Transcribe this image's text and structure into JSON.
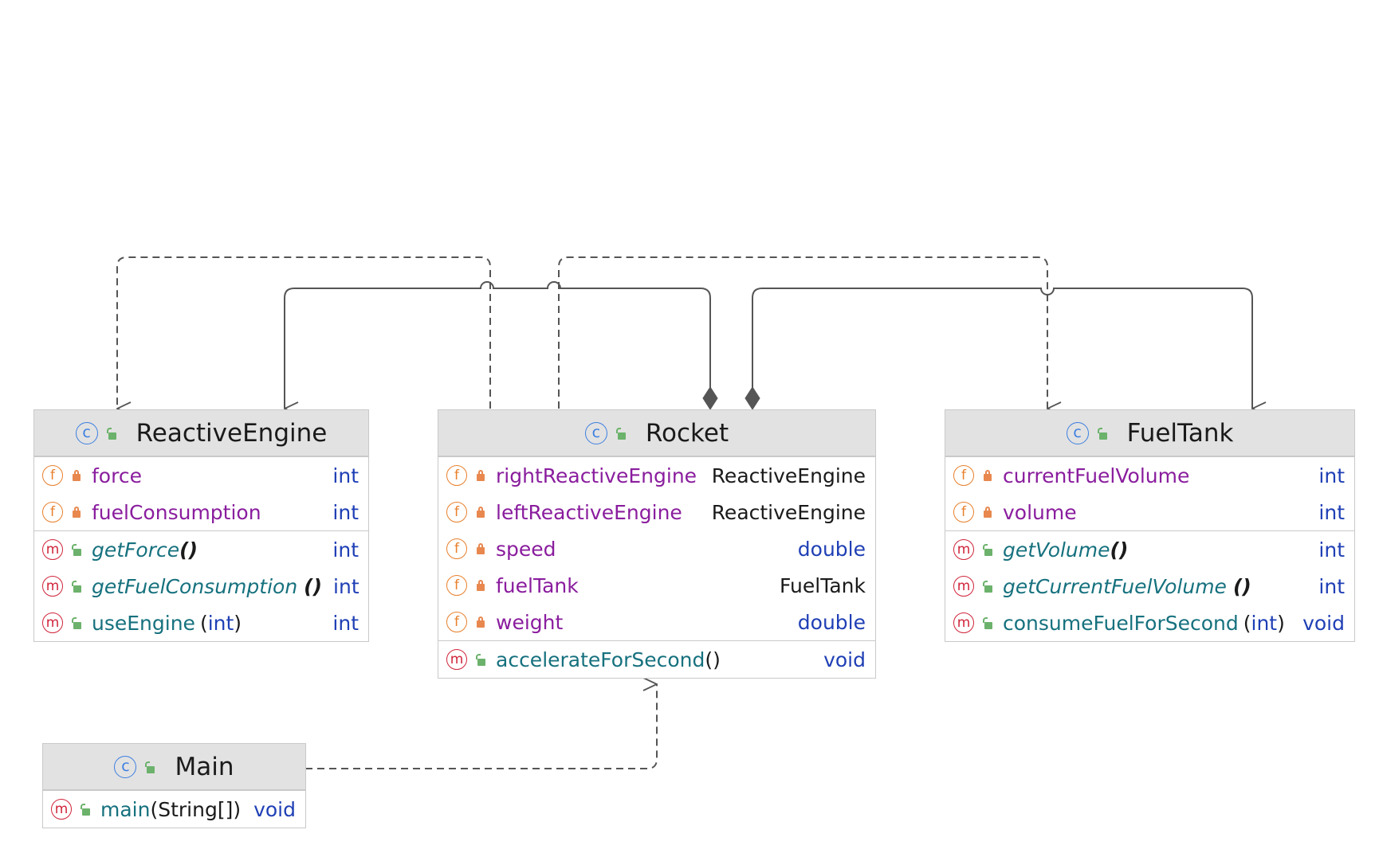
{
  "diagram": {
    "classes": [
      {
        "id": "reactive-engine",
        "name": "ReactiveEngine",
        "kind_icon": "class-icon",
        "fields": [
          {
            "name": "force",
            "type": "int",
            "visibility": "private"
          },
          {
            "name": "fuelConsumption",
            "type": "int",
            "visibility": "private"
          }
        ],
        "methods": [
          {
            "name": "getForce",
            "params": "()",
            "type": "int",
            "visibility": "public",
            "italic": true
          },
          {
            "name": "getFuelConsumption",
            "params": "()",
            "type": "int",
            "visibility": "public",
            "italic": true
          },
          {
            "name": "useEngine",
            "params_open": "(",
            "param_type": "int",
            "params_close": ")",
            "type": "int",
            "visibility": "public",
            "italic": false
          }
        ]
      },
      {
        "id": "rocket",
        "name": "Rocket",
        "kind_icon": "class-icon",
        "fields": [
          {
            "name": "rightReactiveEngine",
            "type": "ReactiveEngine",
            "visibility": "private"
          },
          {
            "name": "leftReactiveEngine",
            "type": "ReactiveEngine",
            "visibility": "private"
          },
          {
            "name": "speed",
            "type": "double",
            "visibility": "private"
          },
          {
            "name": "fuelTank",
            "type": "FuelTank",
            "visibility": "private"
          },
          {
            "name": "weight",
            "type": "double",
            "visibility": "private"
          }
        ],
        "methods": [
          {
            "name": "accelerateForSecond",
            "params": "()",
            "type": "void",
            "visibility": "public",
            "italic": false
          }
        ]
      },
      {
        "id": "fuel-tank",
        "name": "FuelTank",
        "kind_icon": "class-icon",
        "fields": [
          {
            "name": "currentFuelVolume",
            "type": "int",
            "visibility": "private"
          },
          {
            "name": "volume",
            "type": "int",
            "visibility": "private"
          }
        ],
        "methods": [
          {
            "name": "getVolume",
            "params": "()",
            "type": "int",
            "visibility": "public",
            "italic": true
          },
          {
            "name": "getCurrentFuelVolume",
            "params": "()",
            "type": "int",
            "visibility": "public",
            "italic": true
          },
          {
            "name": "consumeFuelForSecond",
            "params_open": "(",
            "param_type": "int",
            "params_close": ")",
            "type": "void",
            "visibility": "public",
            "italic": false
          }
        ]
      },
      {
        "id": "main",
        "name": "Main",
        "kind_icon": "class-icon",
        "fields": [],
        "methods": [
          {
            "name": "main",
            "params": "(String[])",
            "type": "void",
            "visibility": "public",
            "italic": false
          }
        ]
      }
    ],
    "relationships": [
      {
        "type": "composition",
        "from": "Rocket",
        "to": "ReactiveEngine"
      },
      {
        "type": "composition",
        "from": "Rocket",
        "to": "FuelTank"
      },
      {
        "type": "dependency",
        "from": "Rocket",
        "to": "ReactiveEngine"
      },
      {
        "type": "dependency",
        "from": "Rocket",
        "to": "FuelTank"
      },
      {
        "type": "dependency",
        "from": "Main",
        "to": "Rocket"
      }
    ],
    "colors": {
      "header_bg": "#e2e2e2",
      "border": "#c9c9c9",
      "field_name": "#8a1d9e",
      "method_name": "#16717e",
      "primitive_type": "#1f3fb5",
      "edge": "#555555"
    }
  }
}
